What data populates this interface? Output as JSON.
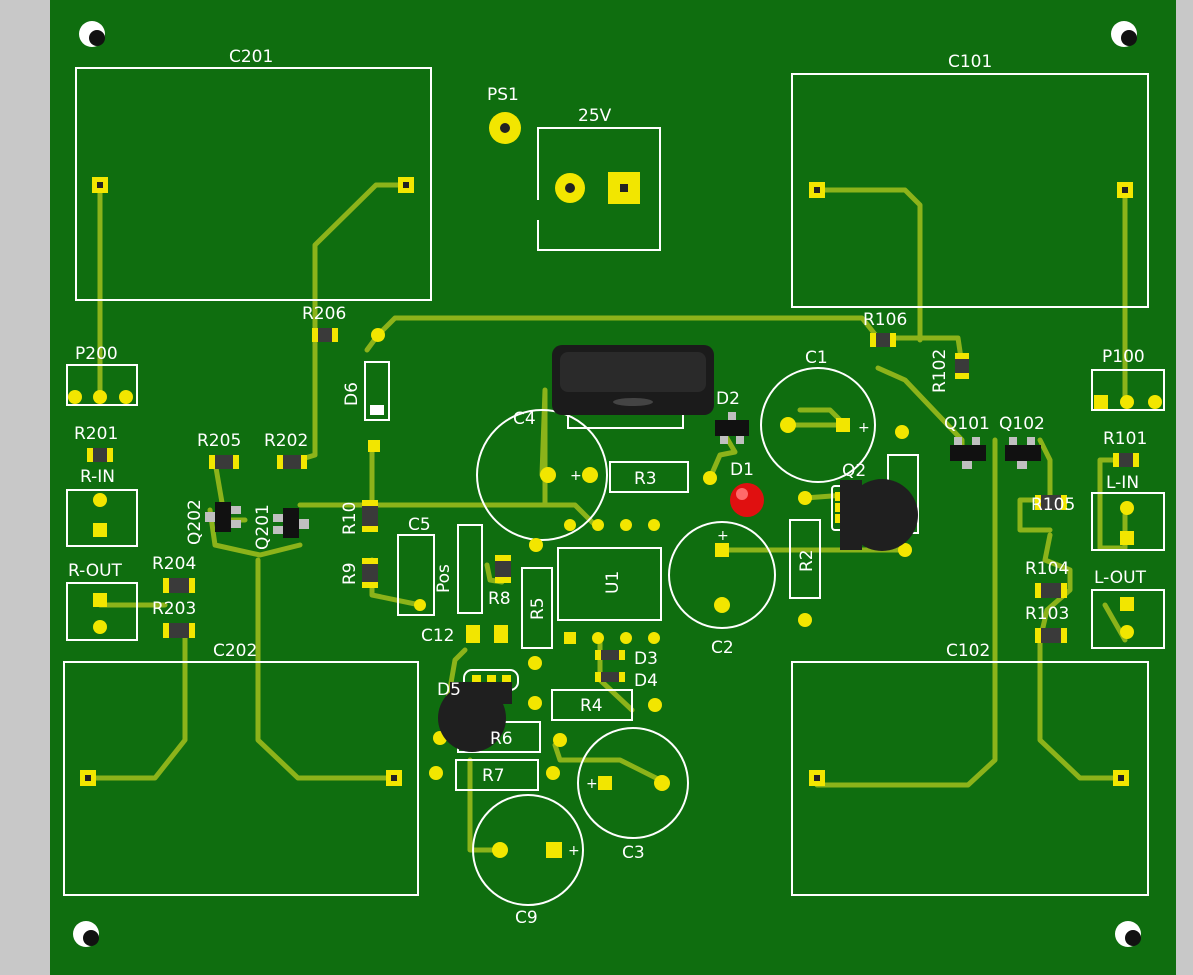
{
  "colors": {
    "background": "#c8c8c8",
    "board": "#0f6e0f",
    "trace": "#8cb31a",
    "pad": "#f2e600",
    "silkscreen": "#ffffff",
    "smd_body": "#3a3a3a",
    "led": "#e01010"
  },
  "labels": {
    "ps1": "PS1",
    "v25": "25V",
    "c201": "C201",
    "c101": "C101",
    "c202": "C202",
    "c102": "C102",
    "r206": "R206",
    "r106": "R106",
    "r102": "R102",
    "p200": "P200",
    "p100": "P100",
    "r201": "R201",
    "r_in": "R-IN",
    "r101": "R101",
    "l_in": "L-IN",
    "r205": "R205",
    "r202": "R202",
    "q202": "Q202",
    "q201": "Q201",
    "d6": "D6",
    "c4": "C4",
    "r3": "R3",
    "c1": "C1",
    "d2": "D2",
    "d1": "D1",
    "q2": "Q2",
    "q101": "Q101",
    "q102": "Q102",
    "r105": "R105",
    "r10": "R10",
    "r9": "R9",
    "c5": "C5",
    "pos": "Pos",
    "r8": "R8",
    "r5": "R5",
    "u1": "U1",
    "r2": "R2",
    "c2": "C2",
    "r104": "R104",
    "r103": "R103",
    "l_out": "L-OUT",
    "r_out": "R-OUT",
    "r204": "R204",
    "r203": "R203",
    "c12": "C12",
    "d3": "D3",
    "d4": "D4",
    "d5": "D5",
    "r4": "R4",
    "r6": "R6",
    "r7": "R7",
    "c3": "C3",
    "c9": "C9"
  }
}
